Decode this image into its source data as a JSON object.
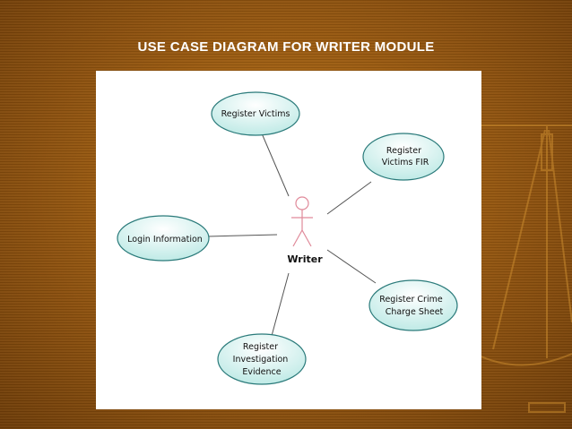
{
  "slide": {
    "title": "USE CASE DIAGRAM FOR WRITER MODULE"
  },
  "diagram": {
    "actor": {
      "label": "Writer"
    },
    "use_cases": [
      {
        "id": "register-victims",
        "lines": [
          "Register Victims"
        ]
      },
      {
        "id": "register-victims-fir",
        "lines": [
          "Register",
          "Victims FIR"
        ]
      },
      {
        "id": "login-information",
        "lines": [
          "Login Information"
        ]
      },
      {
        "id": "register-crime-charge-sheet",
        "lines": [
          "Register Crime",
          "Charge Sheet"
        ]
      },
      {
        "id": "register-investigation-evidence",
        "lines": [
          "Register",
          "Investigation",
          "Evidence"
        ]
      }
    ]
  },
  "colors": {
    "ellipse_fill": "#cff0ee",
    "ellipse_stroke": "#2a7a7a",
    "actor_stroke": "#e08a9a",
    "association": "#555555"
  }
}
